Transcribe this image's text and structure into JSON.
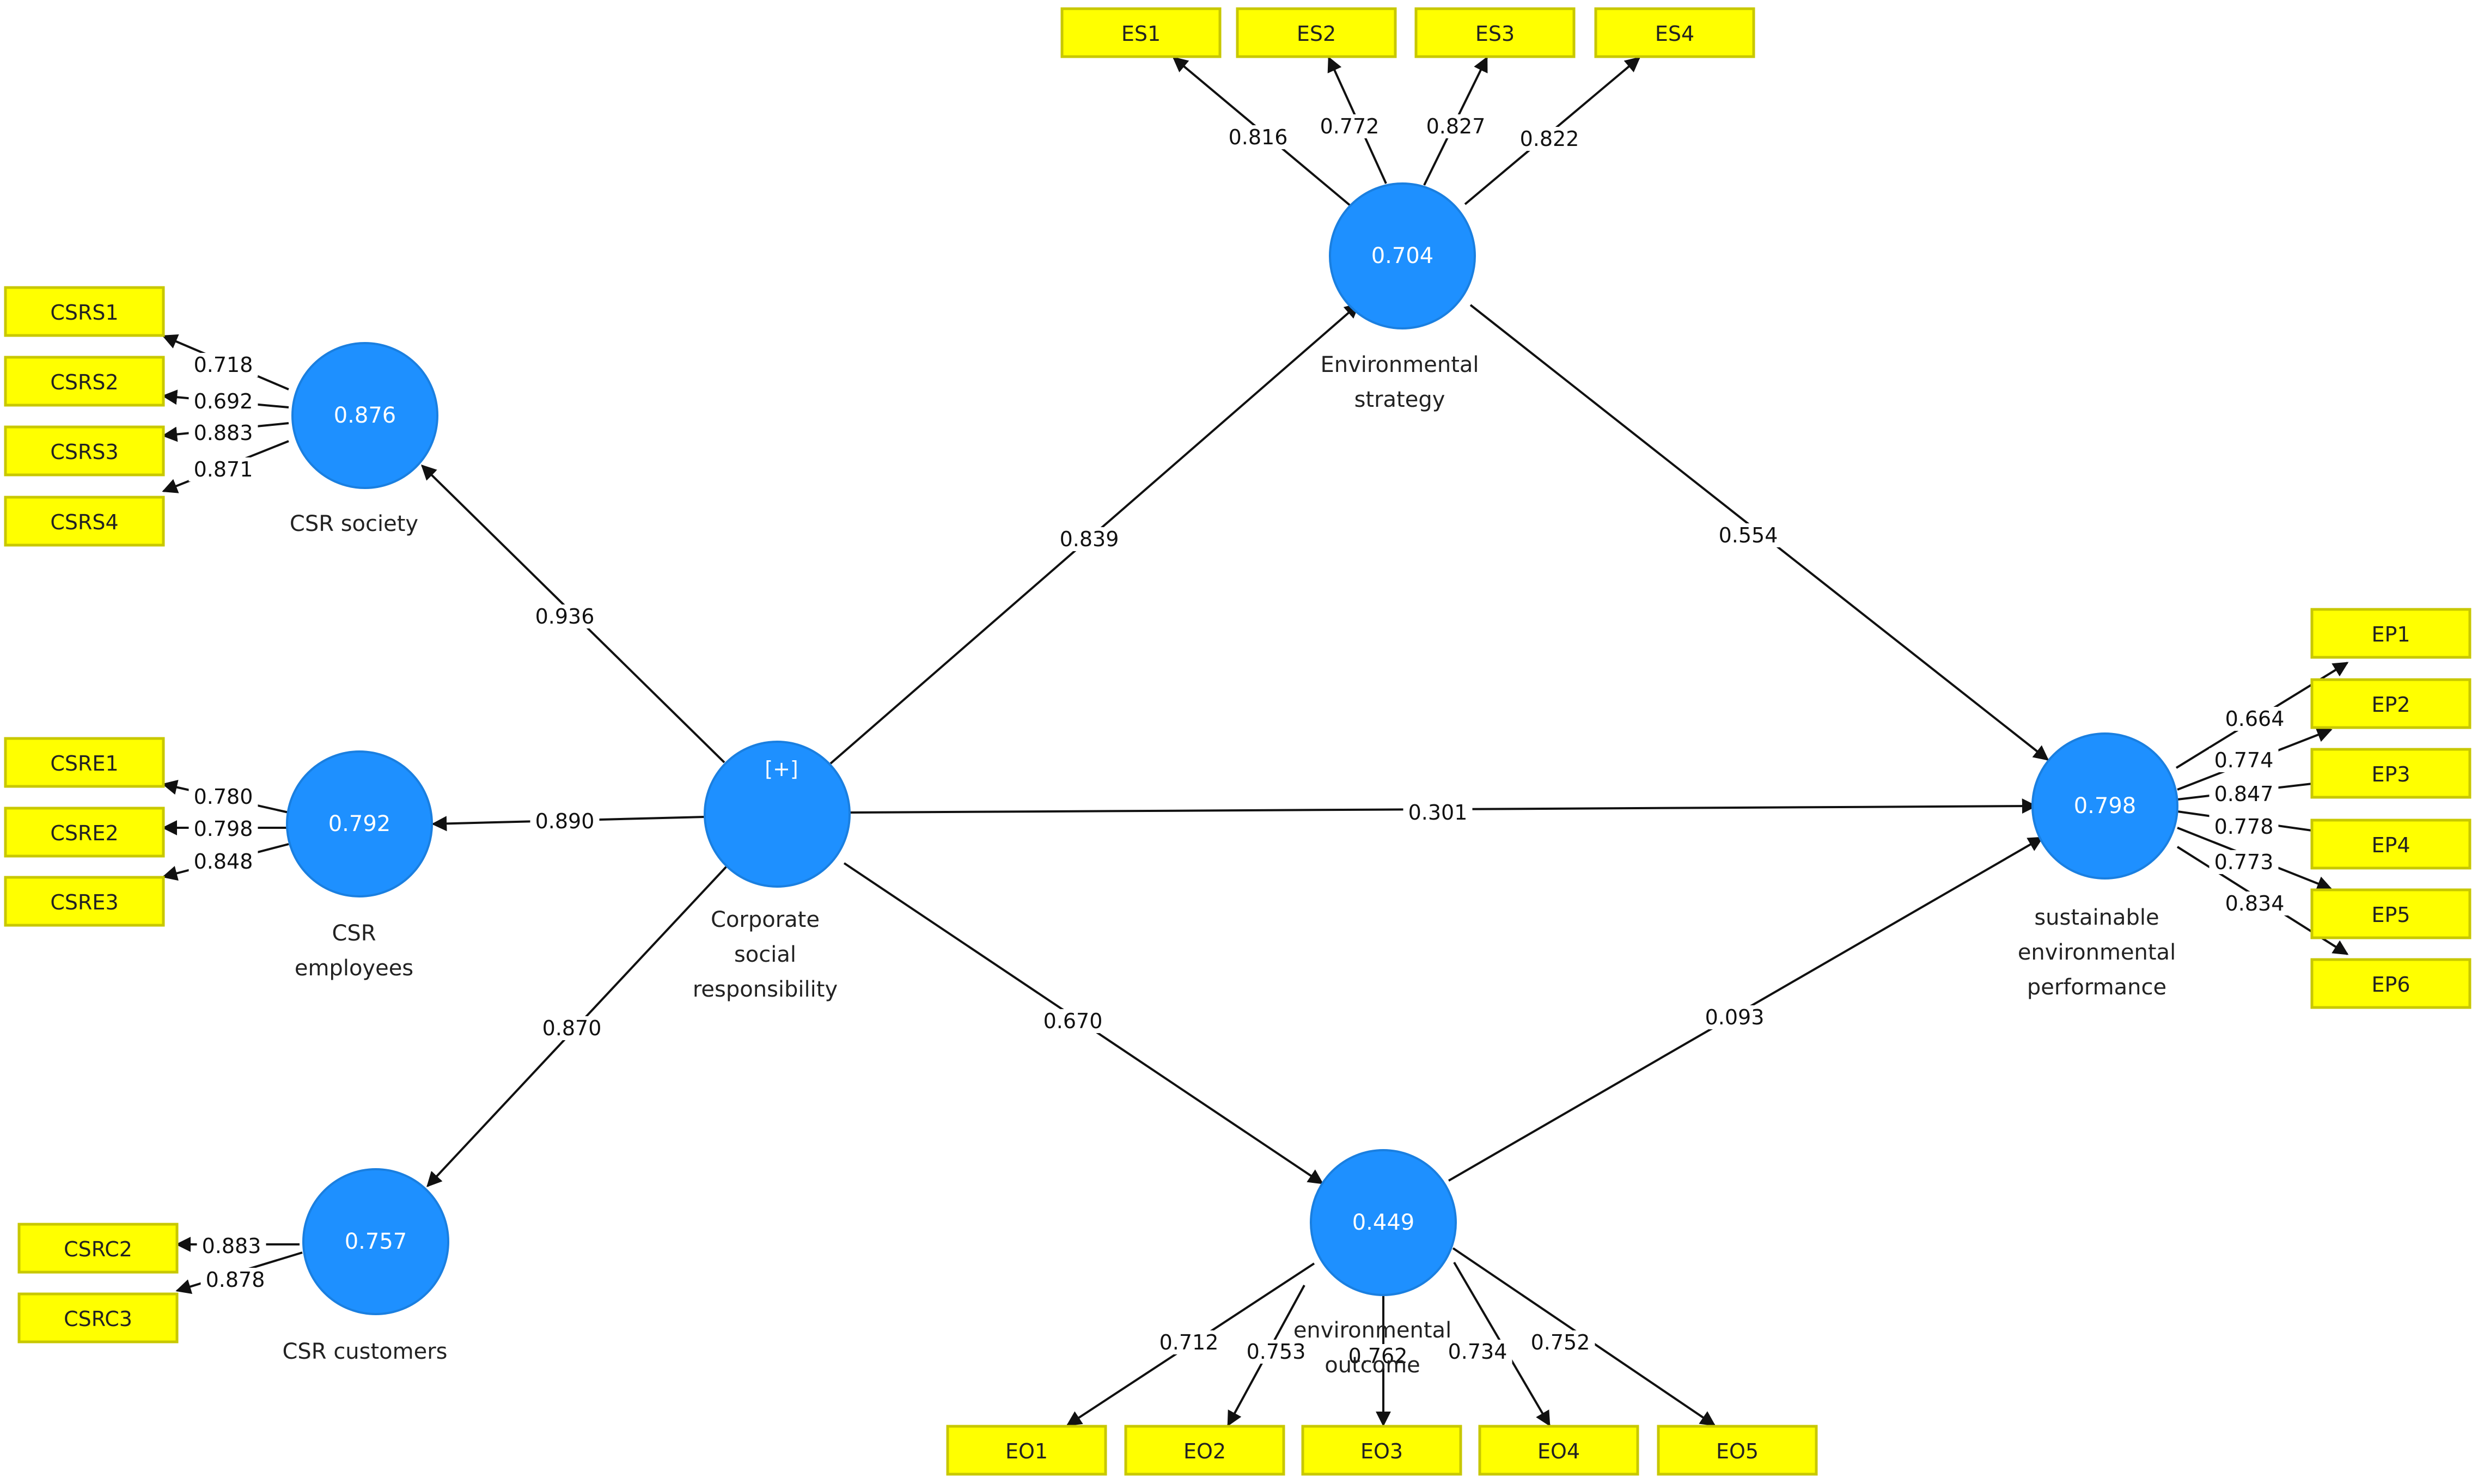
{
  "constructs": [
    {
      "id": "csr_society",
      "value": "0.876",
      "name": [
        "CSR society"
      ]
    },
    {
      "id": "csr_employees",
      "value": "0.792",
      "name": [
        "CSR",
        "employees"
      ]
    },
    {
      "id": "csr_customers",
      "value": "0.757",
      "name": [
        "CSR customers"
      ]
    },
    {
      "id": "csr",
      "value": "",
      "marker": "[+]",
      "name": [
        "Corporate",
        "social",
        "responsibility"
      ]
    },
    {
      "id": "env_strategy",
      "value": "0.704",
      "name": [
        "Environmental",
        "strategy"
      ]
    },
    {
      "id": "env_outcome",
      "value": "0.449",
      "name": [
        "environmental",
        "outcome"
      ]
    },
    {
      "id": "sep",
      "value": "0.798",
      "name": [
        "sustainable",
        "environmental",
        "performance"
      ]
    }
  ],
  "indicators": [
    {
      "id": "CSRS1",
      "label": "CSRS1",
      "construct": "csr_society",
      "loading": "0.718"
    },
    {
      "id": "CSRS2",
      "label": "CSRS2",
      "construct": "csr_society",
      "loading": "0.692"
    },
    {
      "id": "CSRS3",
      "label": "CSRS3",
      "construct": "csr_society",
      "loading": "0.883"
    },
    {
      "id": "CSRS4",
      "label": "CSRS4",
      "construct": "csr_society",
      "loading": "0.871"
    },
    {
      "id": "CSRE1",
      "label": "CSRE1",
      "construct": "csr_employees",
      "loading": "0.780"
    },
    {
      "id": "CSRE2",
      "label": "CSRE2",
      "construct": "csr_employees",
      "loading": "0.798"
    },
    {
      "id": "CSRE3",
      "label": "CSRE3",
      "construct": "csr_employees",
      "loading": "0.848"
    },
    {
      "id": "CSRC2",
      "label": "CSRC2",
      "construct": "csr_customers",
      "loading": "0.883"
    },
    {
      "id": "CSRC3",
      "label": "CSRC3",
      "construct": "csr_customers",
      "loading": "0.878"
    },
    {
      "id": "ES1",
      "label": "ES1",
      "construct": "env_strategy",
      "loading": "0.816"
    },
    {
      "id": "ES2",
      "label": "ES2",
      "construct": "env_strategy",
      "loading": "0.772"
    },
    {
      "id": "ES3",
      "label": "ES3",
      "construct": "env_strategy",
      "loading": "0.827"
    },
    {
      "id": "ES4",
      "label": "ES4",
      "construct": "env_strategy",
      "loading": "0.822"
    },
    {
      "id": "EO1",
      "label": "EO1",
      "construct": "env_outcome",
      "loading": "0.712"
    },
    {
      "id": "EO2",
      "label": "EO2",
      "construct": "env_outcome",
      "loading": "0.753"
    },
    {
      "id": "EO3",
      "label": "EO3",
      "construct": "env_outcome",
      "loading": "0.762"
    },
    {
      "id": "EO4",
      "label": "EO4",
      "construct": "env_outcome",
      "loading": "0.734"
    },
    {
      "id": "EO5",
      "label": "EO5",
      "construct": "env_outcome",
      "loading": "0.752"
    },
    {
      "id": "EP1",
      "label": "EP1",
      "construct": "sep",
      "loading": "0.664"
    },
    {
      "id": "EP2",
      "label": "EP2",
      "construct": "sep",
      "loading": "0.774"
    },
    {
      "id": "EP3",
      "label": "EP3",
      "construct": "sep",
      "loading": "0.847"
    },
    {
      "id": "EP4",
      "label": "EP4",
      "construct": "sep",
      "loading": "0.778"
    },
    {
      "id": "EP5",
      "label": "EP5",
      "construct": "sep",
      "loading": "0.773"
    },
    {
      "id": "EP6",
      "label": "EP6",
      "construct": "sep",
      "loading": "0.834"
    }
  ],
  "paths": [
    {
      "from": "csr",
      "to": "csr_society",
      "coef": "0.936"
    },
    {
      "from": "csr",
      "to": "csr_employees",
      "coef": "0.890"
    },
    {
      "from": "csr",
      "to": "csr_customers",
      "coef": "0.870"
    },
    {
      "from": "csr",
      "to": "env_strategy",
      "coef": "0.839"
    },
    {
      "from": "csr",
      "to": "env_outcome",
      "coef": "0.670"
    },
    {
      "from": "csr",
      "to": "sep",
      "coef": "0.301"
    },
    {
      "from": "env_strategy",
      "to": "sep",
      "coef": "0.554"
    },
    {
      "from": "env_outcome",
      "to": "sep",
      "coef": "0.093"
    }
  ],
  "colors": {
    "construct_fill": "#1e90ff",
    "indicator_fill": "#ffff00",
    "edge": "#111111"
  }
}
